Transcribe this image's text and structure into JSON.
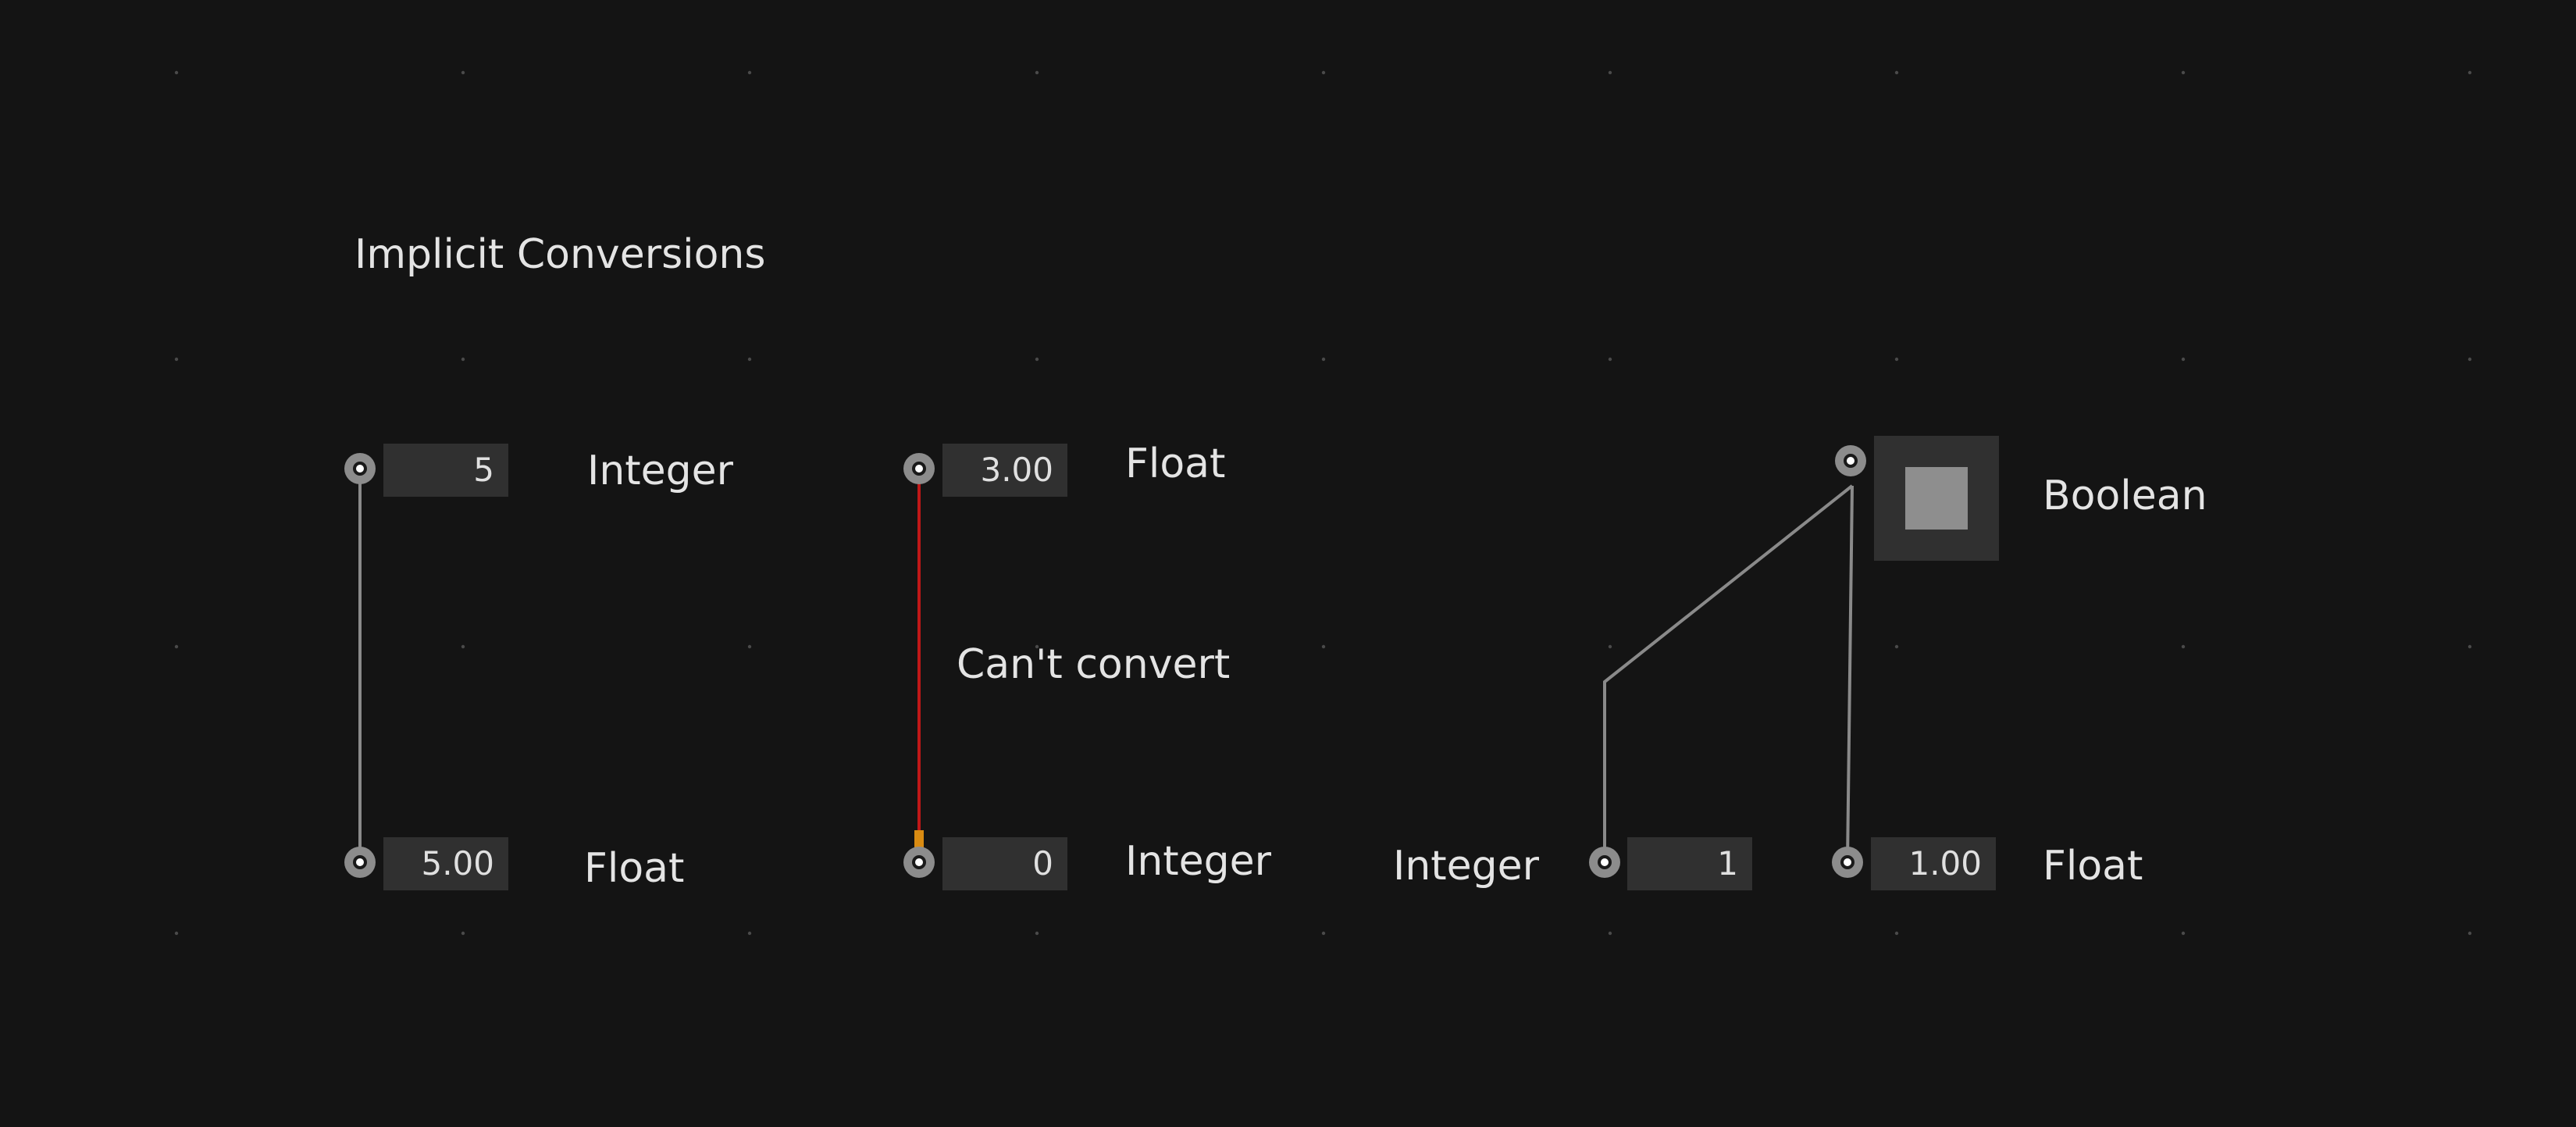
{
  "title": "Implicit Conversions",
  "examples": {
    "int_to_float": {
      "source": {
        "value": "5",
        "type_label": "Integer"
      },
      "target": {
        "value": "5.00",
        "type_label": "Float"
      }
    },
    "float_to_int": {
      "source": {
        "value": "3.00",
        "type_label": "Float"
      },
      "target": {
        "value": "0",
        "type_label": "Integer"
      },
      "error_label": "Can't convert"
    },
    "bool_out": {
      "source": {
        "type_label": "Boolean"
      },
      "target_int": {
        "value": "1",
        "type_label": "Integer"
      },
      "target_float": {
        "value": "1.00",
        "type_label": "Float"
      }
    }
  },
  "colors": {
    "background": "#141414",
    "wire": "#8a8a8a",
    "error_wire": "#c01818",
    "error_marker": "#d98b12",
    "field": "#303030",
    "text": "#e4e4e4"
  }
}
